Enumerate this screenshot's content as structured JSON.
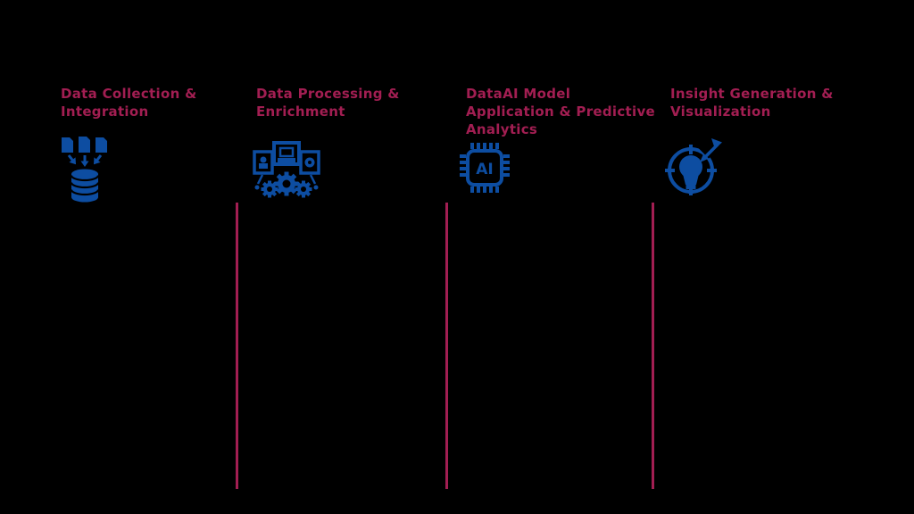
{
  "canvas": {
    "background": "#000000"
  },
  "colors": {
    "heading": "#A21E52",
    "divider": "#A21E52",
    "icon_blue": "#0D4DA1"
  },
  "diagram": {
    "type": "pipeline-stages",
    "stages": [
      {
        "title": "Data Collection &\nIntegration",
        "icon": "documents-to-database-icon"
      },
      {
        "title": "Data Processing &\nEnrichment",
        "icon": "workstations-gears-icon"
      },
      {
        "title": "DataAI Model\nApplication & Predictive\nAnalytics",
        "icon": "ai-chip-icon",
        "chip_label": "AI"
      },
      {
        "title": "Insight Generation &\nVisualization",
        "icon": "lightbulb-target-icon"
      }
    ]
  }
}
